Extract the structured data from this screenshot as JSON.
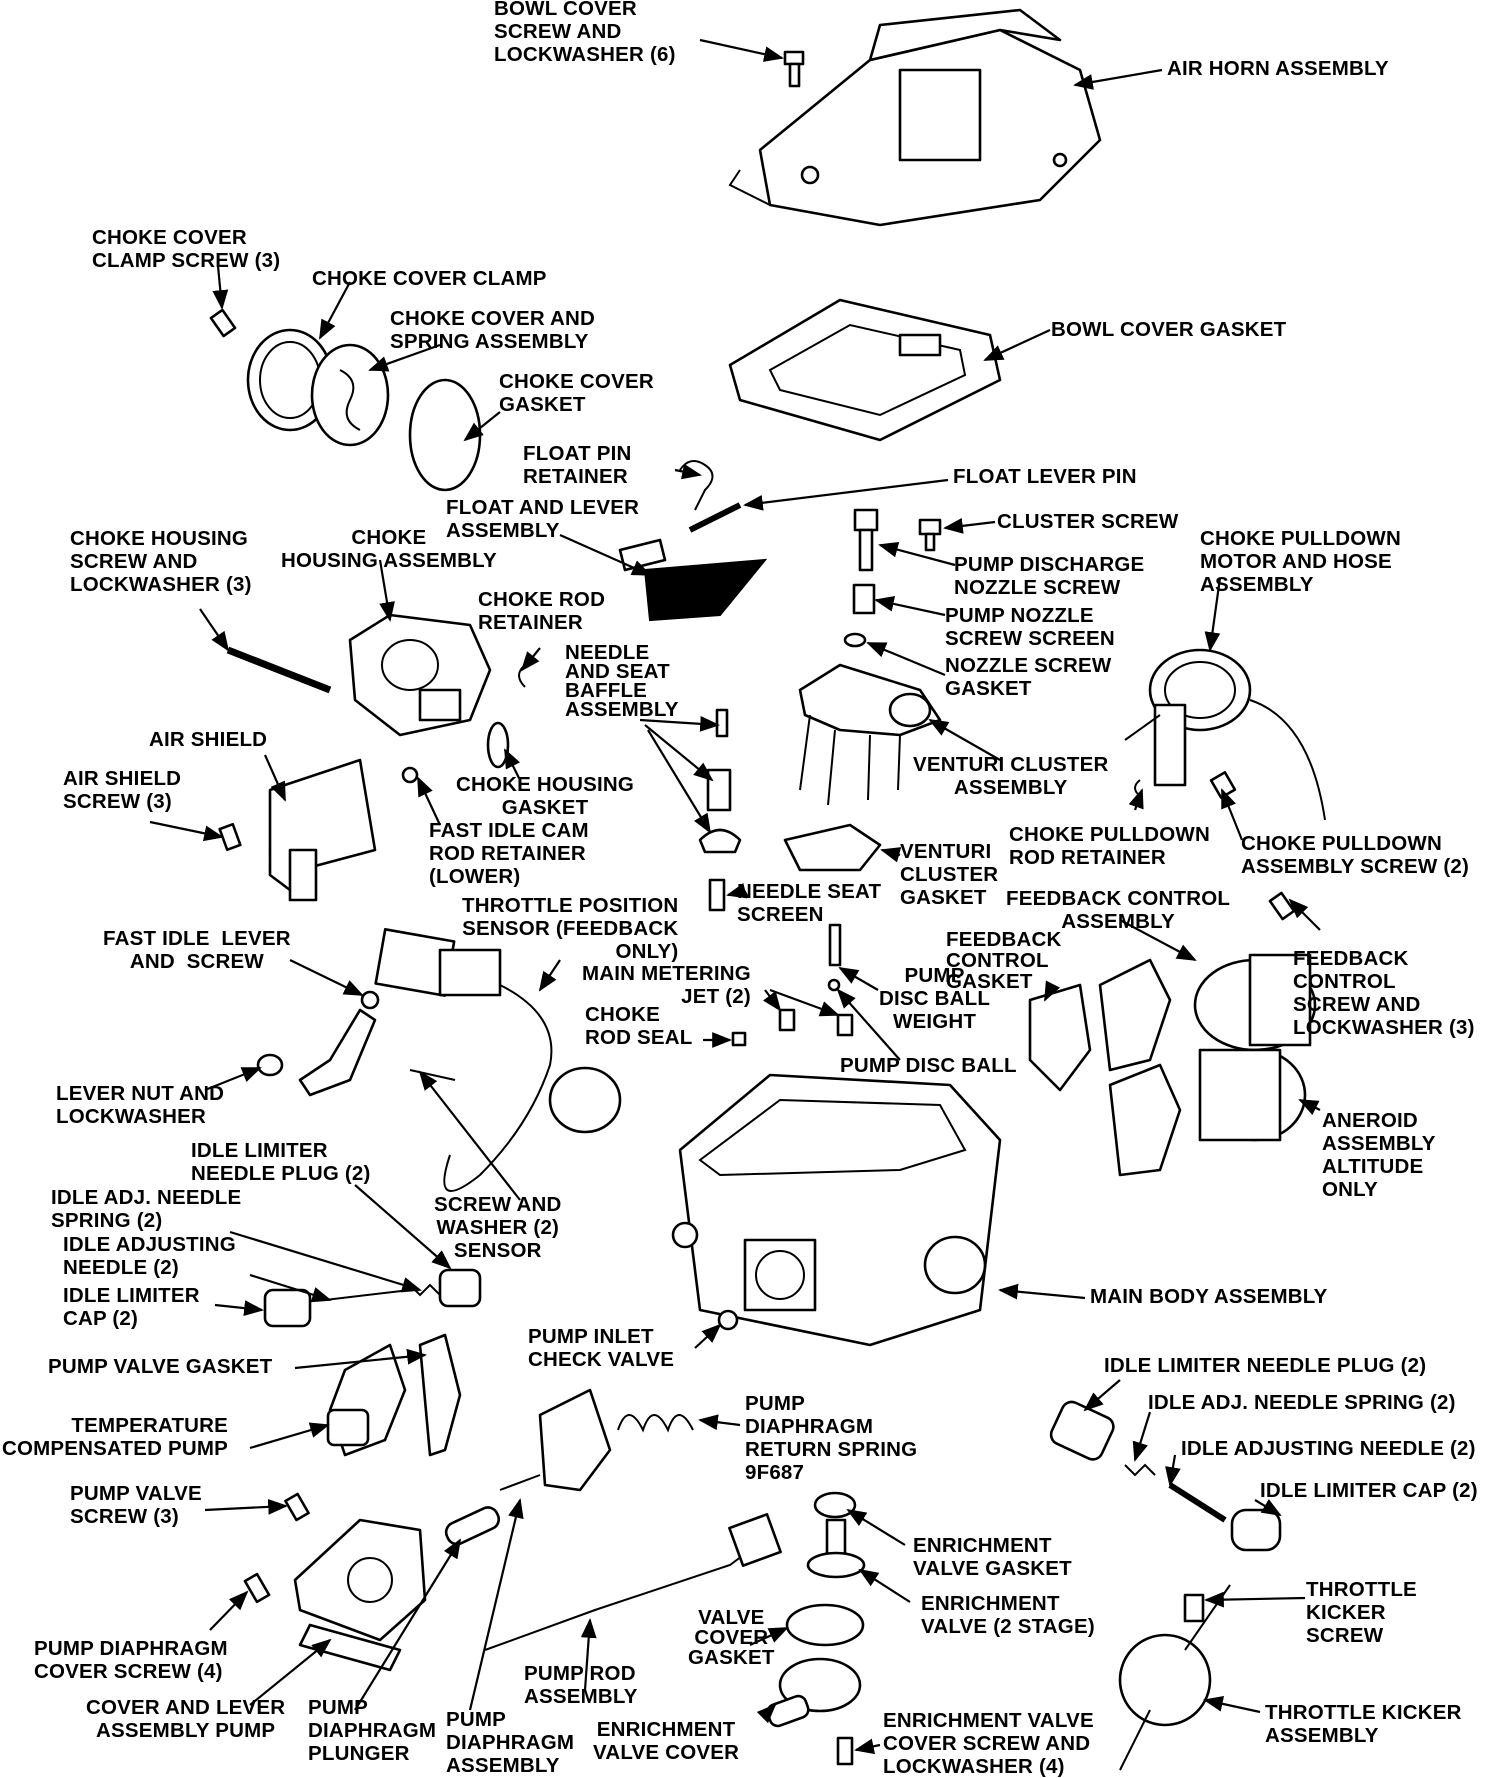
{
  "labels": {
    "bowl_cover_screw": "BOWL COVER\nSCREW AND\nLOCKWASHER (6)",
    "air_horn": "AIR HORN ASSEMBLY",
    "choke_cover_clamp_screw": "CHOKE COVER\nCLAMP SCREW (3)",
    "choke_cover_clamp": "CHOKE COVER CLAMP",
    "choke_cover_spring": "CHOKE COVER AND\nSPRING ASSEMBLY",
    "bowl_cover_gasket": "BOWL COVER GASKET",
    "choke_cover_gasket": "CHOKE COVER\nGASKET",
    "float_pin_retainer": "FLOAT PIN\nRETAINER",
    "float_lever_pin": "FLOAT LEVER PIN",
    "float_lever_assembly": "FLOAT AND LEVER\nASSEMBLY",
    "cluster_screw": "CLUSTER SCREW",
    "choke_housing_screw": "CHOKE HOUSING\nSCREW AND\nLOCKWASHER (3)",
    "choke_housing_assembly": "CHOKE\nHOUSING ASSEMBLY",
    "pump_discharge_nozzle_screw": "PUMP DISCHARGE\nNOZZLE SCREW",
    "choke_pulldown_motor": "CHOKE PULLDOWN\nMOTOR AND HOSE\nASSEMBLY",
    "choke_rod_retainer": "CHOKE ROD\nRETAINER",
    "pump_nozzle_screw_screen": "PUMP NOZZLE\nSCREW SCREEN",
    "needle_seat_baffle": "NEEDLE\nAND SEAT\nBAFFLE\nASSEMBLY",
    "nozzle_screw_gasket": "NOZZLE SCREW\nGASKET",
    "air_shield": "AIR SHIELD",
    "venturi_cluster_assembly": "VENTURI CLUSTER\nASSEMBLY",
    "air_shield_screw": "AIR SHIELD\nSCREW (3)",
    "choke_housing_gasket": "CHOKE HOUSING\nGASKET",
    "choke_pulldown_rod_retainer": "CHOKE PULLDOWN\nROD RETAINER",
    "fast_idle_cam_rod_retainer": "FAST IDLE CAM\nROD RETAINER\n(LOWER)",
    "choke_pulldown_screw": "CHOKE PULLDOWN\nASSEMBLY SCREW (2)",
    "venturi_cluster_gasket": "VENTURI\nCLUSTER\nGASKET",
    "needle_seat_screen": "NEEDLE SEAT\nSCREEN",
    "throttle_position_sensor": "THROTTLE POSITION\nSENSOR (FEEDBACK\nONLY)",
    "feedback_control_assembly": "FEEDBACK CONTROL\nASSEMBLY",
    "fast_idle_lever": "FAST IDLE  LEVER\nAND  SCREW",
    "feedback_control_gasket": "FEEDBACK\nCONTROL\nGASKET",
    "feedback_control_screw": "FEEDBACK\nCONTROL\nSCREW AND\nLOCKWASHER (3)",
    "main_metering_jet": "MAIN METERING\nJET (2)",
    "pump_disc_ball_weight": "PUMP\nDISC BALL\nWEIGHT",
    "choke_rod_seal": "CHOKE\nROD SEAL",
    "pump_disc_ball": "PUMP DISC BALL",
    "lever_nut_lockwasher": "LEVER NUT AND\nLOCKWASHER",
    "aneroid_assembly": "ANEROID\nASSEMBLY\nALTITUDE\nONLY",
    "idle_limiter_needle_plug_left": "IDLE LIMITER\nNEEDLE PLUG (2)",
    "idle_adj_needle_spring_left": "IDLE ADJ. NEEDLE\nSPRING (2)",
    "screw_washer_sensor": "SCREW AND\nWASHER (2)\nSENSOR",
    "idle_adjusting_needle_left": "IDLE ADJUSTING\nNEEDLE (2)",
    "idle_limiter_cap_left": "IDLE LIMITER\nCAP (2)",
    "main_body_assembly": "MAIN BODY ASSEMBLY",
    "pump_inlet_check_valve": "PUMP INLET\nCHECK VALVE",
    "pump_valve_gasket": "PUMP VALVE GASKET",
    "idle_limiter_needle_plug_right": "IDLE LIMITER NEEDLE PLUG (2)",
    "idle_adj_needle_spring_right": "IDLE ADJ. NEEDLE SPRING (2)",
    "temperature_compensated_pump": "TEMPERATURE\nCOMPENSATED PUMP",
    "pump_diaphragm_return_spring": "PUMP\nDIAPHRAGM\nRETURN SPRING\n9F687",
    "idle_adjusting_needle_right": "IDLE ADJUSTING NEEDLE (2)",
    "pump_valve_screw": "PUMP VALVE\nSCREW (3)",
    "idle_limiter_cap_right": "IDLE LIMITER CAP (2)",
    "enrichment_valve_gasket": "ENRICHMENT\nVALVE GASKET",
    "enrichment_valve": "ENRICHMENT\nVALVE (2 STAGE)",
    "throttle_kicker_screw": "THROTTLE\nKICKER\nSCREW",
    "pump_diaphragm_cover_screw": "PUMP DIAPHRAGM\nCOVER SCREW (4)",
    "valve_cover_gasket": "VALVE\nCOVER\nGASKET",
    "pump_rod_assembly": "PUMP ROD\nASSEMBLY",
    "throttle_kicker_assembly": "THROTTLE KICKER\nASSEMBLY",
    "cover_lever_assembly": "COVER AND LEVER\nASSEMBLY PUMP",
    "pump_diaphragm_plunger": "PUMP\nDIAPHRAGM\nPLUNGER",
    "pump_diaphragm_assembly": "PUMP\nDIAPHRAGM\nASSEMBLY",
    "enrichment_valve_cover": "ENRICHMENT\nVALVE COVER",
    "enrichment_valve_cover_screw": "ENRICHMENT VALVE\nCOVER SCREW AND\nLOCKWASHER (4)"
  }
}
